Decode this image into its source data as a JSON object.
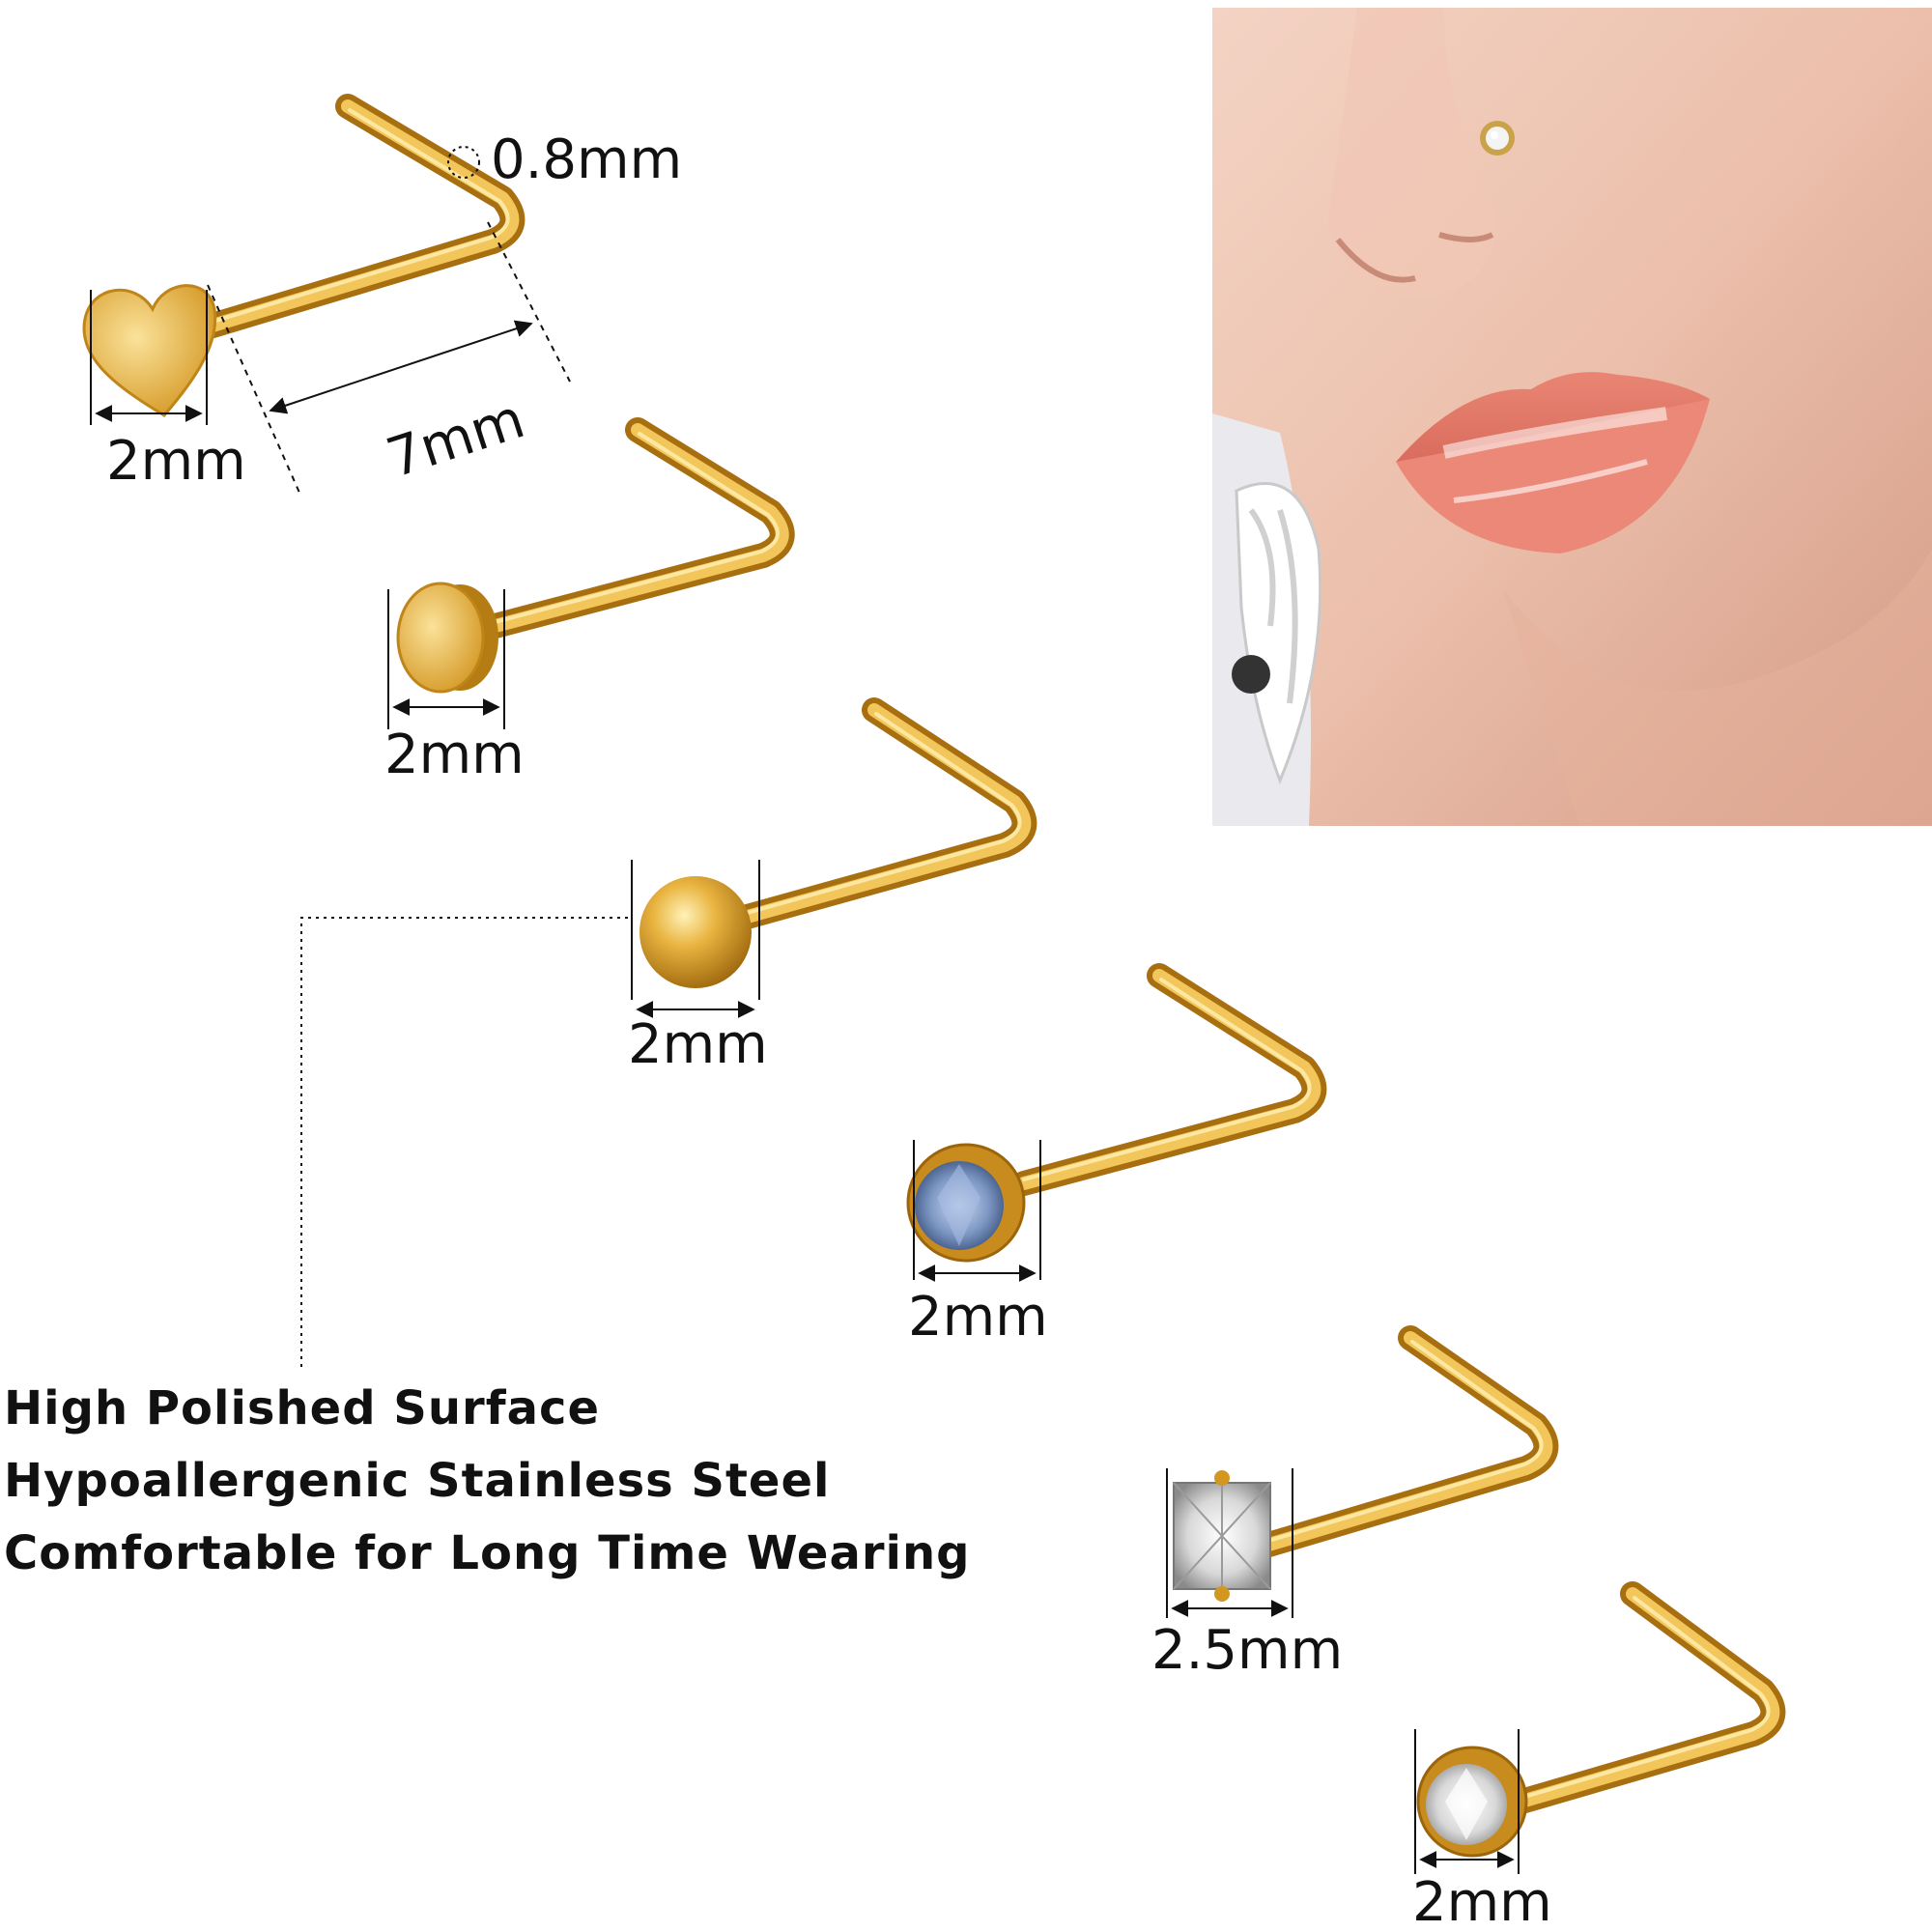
{
  "colors": {
    "gold": "#e0a530",
    "gold_light": "#f7d57a",
    "gold_dark": "#b67c14",
    "skin": "#e8b8a3",
    "lip": "#e8826f",
    "background": "#ffffff"
  },
  "dimensions": {
    "heart_width": "2mm",
    "heart_post_length": "7mm",
    "wire_gauge": "0.8mm",
    "flat_disc_width": "2mm",
    "ball_width": "2mm",
    "blue_gem_width": "2mm",
    "square_gem_width": "2.5mm",
    "round_gem_width": "2mm"
  },
  "features": [
    "High Polished Surface",
    "Hypoallergenic Stainless Steel",
    "Comfortable for Long Time Wearing"
  ],
  "products": [
    {
      "top": "heart-icon"
    },
    {
      "top": "flat-disc-icon"
    },
    {
      "top": "ball-icon"
    },
    {
      "top": "blue-gem-icon"
    },
    {
      "top": "square-clear-gem-icon"
    },
    {
      "top": "round-clear-gem-icon"
    }
  ],
  "photo": {
    "subject": "model-wearing-nose-stud"
  }
}
